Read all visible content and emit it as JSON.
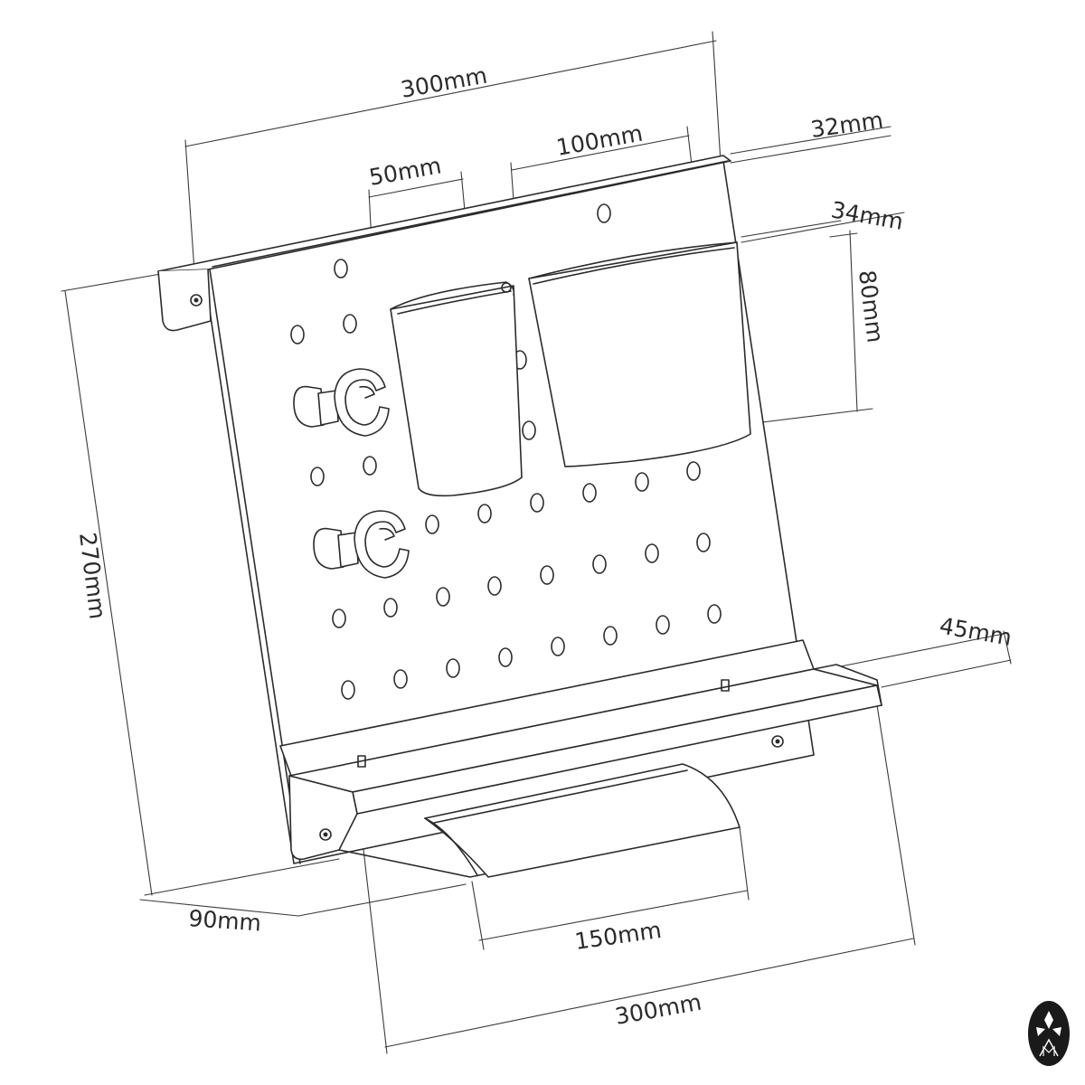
{
  "diagram": {
    "dimensions": {
      "top_width": "300mm",
      "left_cup_width": "50mm",
      "right_cup_width": "100mm",
      "top_rail_depth": "32mm",
      "cup_depth": "34mm",
      "cup_height": "80mm",
      "total_height": "270mm",
      "shelf_depth": "45mm",
      "base_depth": "90mm",
      "tray_width": "150mm",
      "bottom_width": "300mm"
    },
    "logo": {
      "icon": "brand-logo-icon",
      "color": "#1a1a1a"
    }
  }
}
